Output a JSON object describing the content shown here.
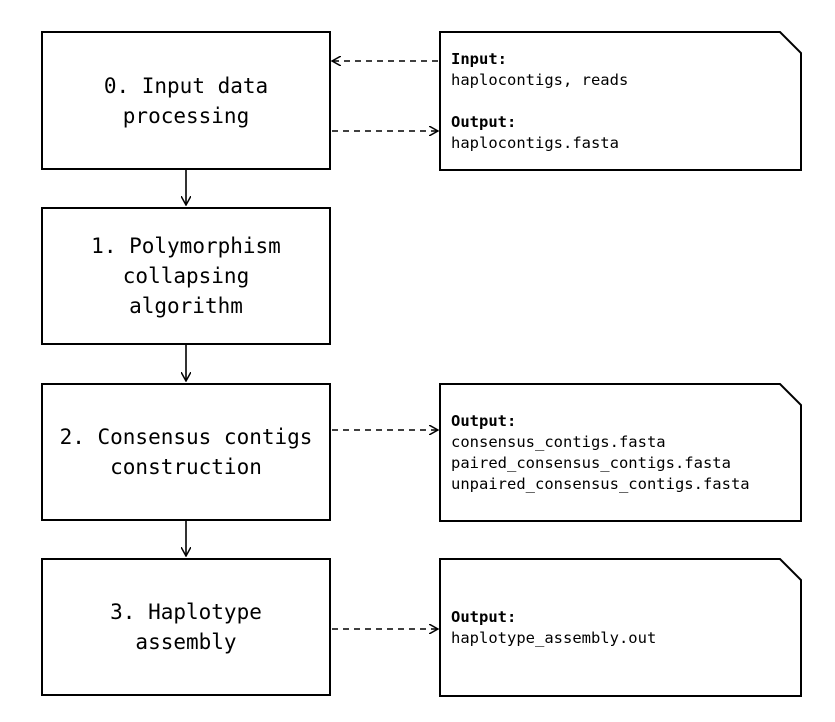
{
  "steps": [
    {
      "label": "0. Input data\nprocessing"
    },
    {
      "label": "1. Polymorphism\ncollapsing\nalgorithm"
    },
    {
      "label": "2. Consensus contigs\nconstruction"
    },
    {
      "label": "3. Haplotype\nassembly"
    }
  ],
  "notes": {
    "step0": {
      "input_heading": "Input:",
      "input_items": [
        "haplocontigs, reads"
      ],
      "output_heading": "Output:",
      "output_items": [
        "haplocontigs.fasta"
      ]
    },
    "step2": {
      "output_heading": "Output:",
      "output_items": [
        "consensus_contigs.fasta",
        "paired_consensus_contigs.fasta",
        "unpaired_consensus_contigs.fasta"
      ]
    },
    "step3": {
      "output_heading": "Output:",
      "output_items": [
        "haplotype_assembly.out"
      ]
    }
  }
}
